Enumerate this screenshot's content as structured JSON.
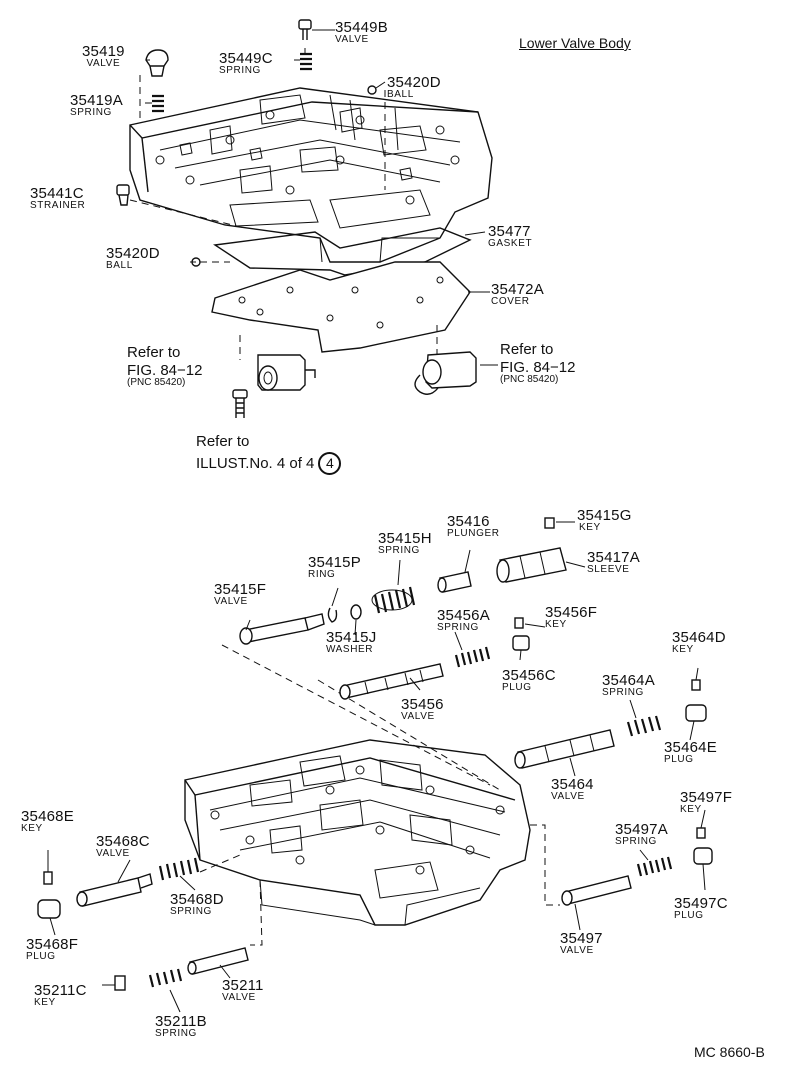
{
  "title": "Lower Valve Body",
  "code": "MC 8660-B",
  "upper_parts": [
    {
      "id": "p35449B",
      "num": "35449B",
      "name": "VALVE"
    },
    {
      "id": "p35419",
      "num": "35419",
      "name": "VALVE"
    },
    {
      "id": "p35449C",
      "num": "35449C",
      "name": "SPRING"
    },
    {
      "id": "p35420D_top",
      "num": "35420D",
      "name": "BALL"
    },
    {
      "id": "p35419A",
      "num": "35419A",
      "name": "SPRING"
    },
    {
      "id": "p35441C",
      "num": "35441C",
      "name": "STRAINER"
    },
    {
      "id": "p35477",
      "num": "35477",
      "name": "GASKET"
    },
    {
      "id": "p35420D_mid",
      "num": "35420D",
      "name": "BALL"
    },
    {
      "id": "p35472A",
      "num": "35472A",
      "name": "COVER"
    }
  ],
  "refs": {
    "left": {
      "line1": "Refer to",
      "line2": "FIG. 84−12",
      "pnc": "(PNC 85420)"
    },
    "right": {
      "line1": "Refer to",
      "line2": "FIG. 84−12",
      "pnc": "(PNC 85420)"
    },
    "illust": {
      "line1": "Refer to",
      "line2": "ILLUST.No. 4 of 4",
      "circled": "4"
    }
  },
  "lower_parts": [
    {
      "id": "p35415G",
      "num": "35415G",
      "name": "KEY"
    },
    {
      "id": "p35416",
      "num": "35416",
      "name": "PLUNGER"
    },
    {
      "id": "p35415H",
      "num": "35415H",
      "name": "SPRING"
    },
    {
      "id": "p35417A",
      "num": "35417A",
      "name": "SLEEVE"
    },
    {
      "id": "p35415P",
      "num": "35415P",
      "name": "RING"
    },
    {
      "id": "p35415F",
      "num": "35415F",
      "name": "VALVE"
    },
    {
      "id": "p35456A",
      "num": "35456A",
      "name": "SPRING"
    },
    {
      "id": "p35456F",
      "num": "35456F",
      "name": "KEY"
    },
    {
      "id": "p35415J",
      "num": "35415J",
      "name": "WASHER"
    },
    {
      "id": "p35464D",
      "num": "35464D",
      "name": "KEY"
    },
    {
      "id": "p35456C",
      "num": "35456C",
      "name": "PLUG"
    },
    {
      "id": "p35456",
      "num": "35456",
      "name": "VALVE"
    },
    {
      "id": "p35464A",
      "num": "35464A",
      "name": "SPRING"
    },
    {
      "id": "p35464E",
      "num": "35464E",
      "name": "PLUG"
    },
    {
      "id": "p35464",
      "num": "35464",
      "name": "VALVE"
    },
    {
      "id": "p35497F",
      "num": "35497F",
      "name": "KEY"
    },
    {
      "id": "p35468E",
      "num": "35468E",
      "name": "KEY"
    },
    {
      "id": "p35468C",
      "num": "35468C",
      "name": "VALVE"
    },
    {
      "id": "p35497A",
      "num": "35497A",
      "name": "SPRING"
    },
    {
      "id": "p35468D",
      "num": "35468D",
      "name": "SPRING"
    },
    {
      "id": "p35497C",
      "num": "35497C",
      "name": "PLUG"
    },
    {
      "id": "p35468F",
      "num": "35468F",
      "name": "PLUG"
    },
    {
      "id": "p35497",
      "num": "35497",
      "name": "VALVE"
    },
    {
      "id": "p35211C",
      "num": "35211C",
      "name": "KEY"
    },
    {
      "id": "p35211",
      "num": "35211",
      "name": "VALVE"
    },
    {
      "id": "p35211B",
      "num": "35211B",
      "name": "SPRING"
    }
  ]
}
